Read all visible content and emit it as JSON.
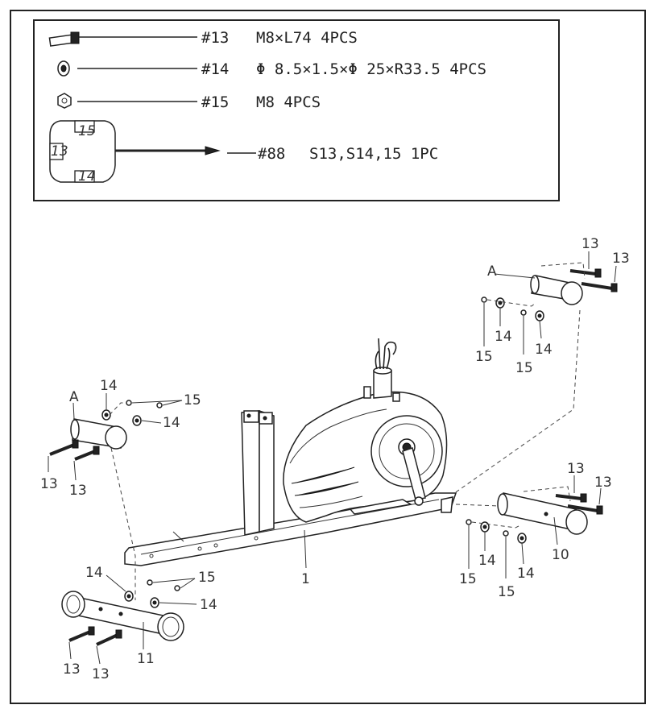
{
  "hardware": [
    {
      "part": "#13",
      "spec": "M8×L74  4PCS",
      "icon": "bolt-icon"
    },
    {
      "part": "#14",
      "spec": "Φ 8.5×1.5×Φ 25×R33.5  4PCS",
      "icon": "washer-icon"
    },
    {
      "part": "#15",
      "spec": "M8  4PCS",
      "icon": "nut-icon"
    },
    {
      "part": "#88",
      "spec": "S13,S14,15   1PC",
      "icon": "wrench-icon"
    }
  ],
  "wrench": {
    "size_top": "15",
    "size_left": "13",
    "size_bottom": "14"
  },
  "callouts": {
    "a_top": "A",
    "a_left": "A",
    "n13": "13",
    "n14": "14",
    "n15": "15",
    "n1": "1",
    "n10": "10",
    "n11": "11"
  }
}
